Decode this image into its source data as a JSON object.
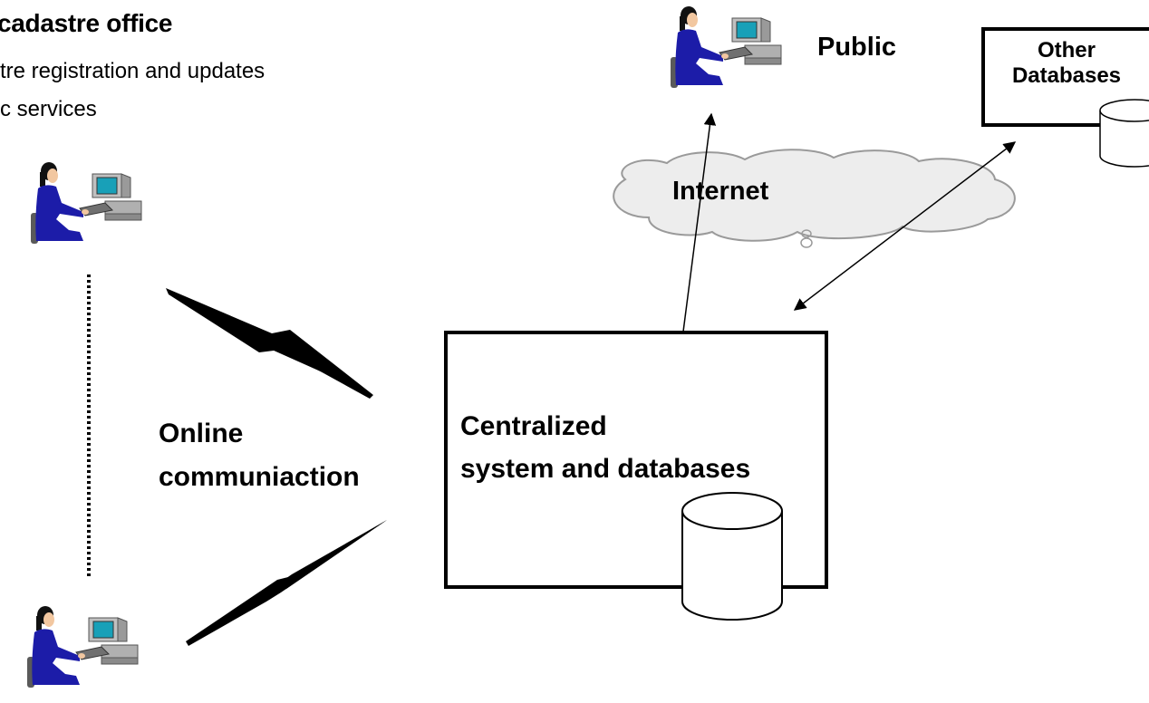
{
  "office": {
    "title": "cadastre office",
    "line1": "tre registration and updates",
    "line2": "c services"
  },
  "public": {
    "label": "Public"
  },
  "other_db": {
    "line1": "Other",
    "line2": "Databases"
  },
  "internet": {
    "label": "Internet"
  },
  "link": {
    "line1": "Online",
    "line2": "communiaction"
  },
  "central": {
    "line1": "Centralized",
    "line2": "system and databases"
  },
  "colors": {
    "cloud_fill": "#ededed",
    "cloud_stroke": "#9a9a9a",
    "person_blue": "#1c1ca8",
    "monitor_screen": "#18a0b8",
    "computer_gray": "#c0c0c0"
  },
  "icons": [
    "user-at-computer-icon",
    "database-cylinder-icon",
    "cloud-icon",
    "lightning-bolt-icon"
  ]
}
